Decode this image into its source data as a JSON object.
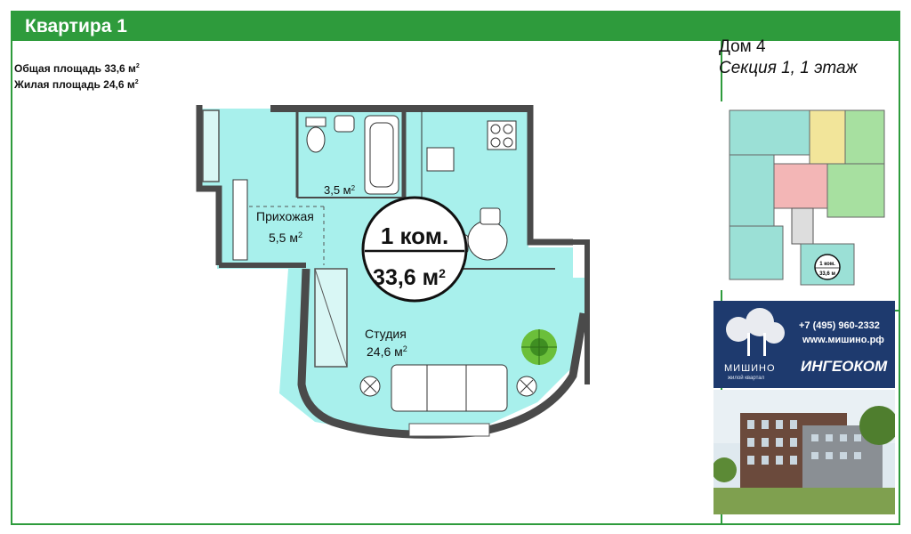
{
  "header": {
    "title": "Квартира 1"
  },
  "areas": {
    "total_label": "Общая площадь 33,6 м",
    "living_label": "Жилая площадь 24,6 м",
    "unit_sup": "2"
  },
  "plan": {
    "rooms": {
      "bathroom_area": "3,5 м",
      "hallway_name": "Прихожая",
      "hallway_area": "5,5 м",
      "studio_name": "Студия",
      "studio_area": "24,6 м",
      "sup": "2"
    },
    "badge": {
      "rooms": "1 ком.",
      "area": "33,6 м",
      "sup": "2"
    }
  },
  "building": {
    "house": "Дом 4",
    "section": "Секция 1, 1 этаж",
    "mini_badge_rooms": "1 ком.",
    "mini_badge_area": "33,6 м"
  },
  "ad": {
    "phone": "+7 (495) 960-2332",
    "site": "www.мишино.рф",
    "brand": "ИНГЕОКОМ",
    "logo_name": "МИШИНО",
    "logo_sub": "жилой квартал"
  },
  "colors": {
    "accent_green": "#2e9b3c",
    "room_fill": "#a8f0ec",
    "wall": "#4a4a4a",
    "ad_blue": "#1e3a6e"
  }
}
